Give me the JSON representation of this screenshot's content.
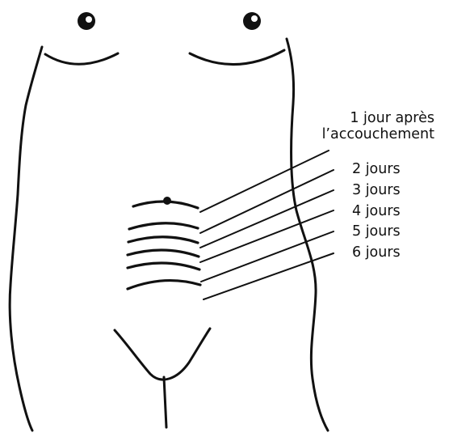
{
  "labels": {
    "day1_line1": "1 jour après",
    "day1_line2": "l’accouchement",
    "day2": "2 jours",
    "day3": "3 jours",
    "day4": "4 jours",
    "day5": "5 jours",
    "day6": "6 jours"
  },
  "colors": {
    "ink": "#111111",
    "background": "#ffffff"
  }
}
